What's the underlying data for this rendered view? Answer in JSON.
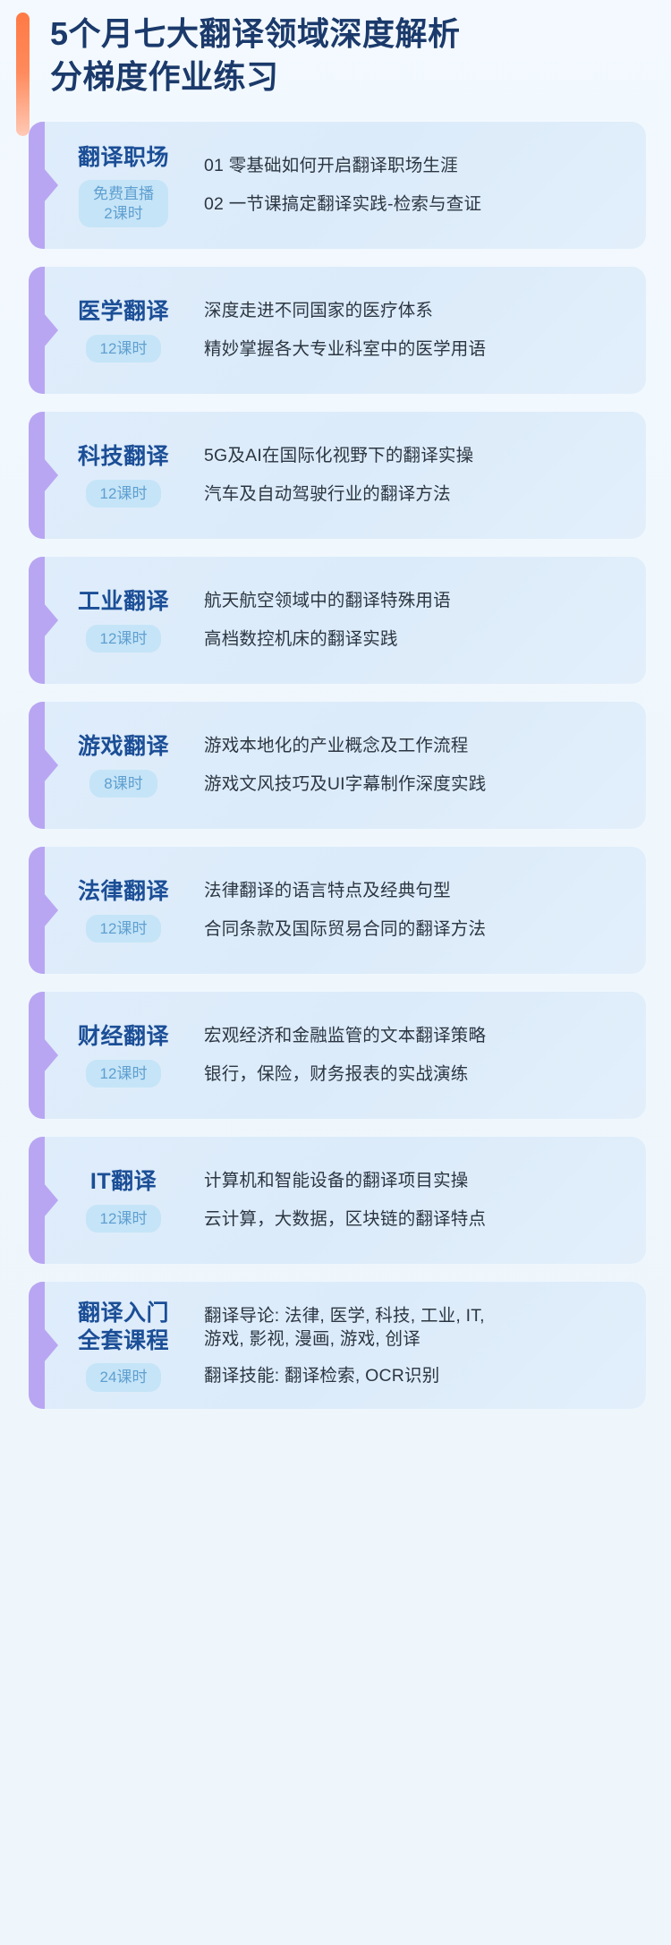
{
  "page": {
    "background_color": "#f1f8fd",
    "accent_color": "#ff7a45",
    "title_color": "#1b3a6b",
    "card_color": "#dfedfb",
    "tab_color": "#b9a6f2",
    "badge_color": "#c5e4f7"
  },
  "header": {
    "title": "5个月七大翻译领域深度解析\n分梯度作业练习",
    "title_line1": "5个月七大翻译领域深度解析",
    "title_line2": "分梯度作业练习"
  },
  "cards": [
    {
      "category": "翻译职场",
      "badge": "免费直播\n2课时",
      "badge_line1": "免费直播",
      "badge_line2": "2课时",
      "hours": "2课时",
      "lessons": [
        "01 零基础如何开启翻译职场生涯",
        "02 一节课搞定翻译实践-检索与查证"
      ]
    },
    {
      "category": "医学翻译",
      "badge": "12课时",
      "hours": "12课时",
      "lessons": [
        "深度走进不同国家的医疗体系",
        "精妙掌握各大专业科室中的医学用语"
      ]
    },
    {
      "category": "科技翻译",
      "badge": "12课时",
      "hours": "12课时",
      "lessons": [
        "5G及AI在国际化视野下的翻译实操",
        "汽车及自动驾驶行业的翻译方法"
      ]
    },
    {
      "category": "工业翻译",
      "badge": "12课时",
      "hours": "12课时",
      "lessons": [
        "航天航空领域中的翻译特殊用语",
        "高档数控机床的翻译实践"
      ]
    },
    {
      "category": "游戏翻译",
      "badge": "8课时",
      "hours": "8课时",
      "lessons": [
        "游戏本地化的产业概念及工作流程",
        "游戏文风技巧及UI字幕制作深度实践"
      ]
    },
    {
      "category": "法律翻译",
      "badge": "12课时",
      "hours": "12课时",
      "lessons": [
        "法律翻译的语言特点及经典句型",
        "合同条款及国际贸易合同的翻译方法"
      ]
    },
    {
      "category": "财经翻译",
      "badge": "12课时",
      "hours": "12课时",
      "lessons": [
        "宏观经济和金融监管的文本翻译策略",
        "银行，保险，财务报表的实战演练"
      ]
    },
    {
      "category": "IT翻译",
      "badge": "12课时",
      "hours": "12课时",
      "lessons": [
        "计算机和智能设备的翻译项目实操",
        "云计算，大数据，区块链的翻译特点"
      ]
    },
    {
      "category": "翻译入门\n全套课程",
      "category_line1": "翻译入门",
      "category_line2": "全套课程",
      "badge": "24课时",
      "hours": "24课时",
      "lessons": [
        "翻译导论: 法律, 医学, 科技, 工业, IT,\n游戏, 影视, 漫画, 游戏, 创译",
        "翻译技能: 翻译检索, OCR识别"
      ]
    }
  ]
}
